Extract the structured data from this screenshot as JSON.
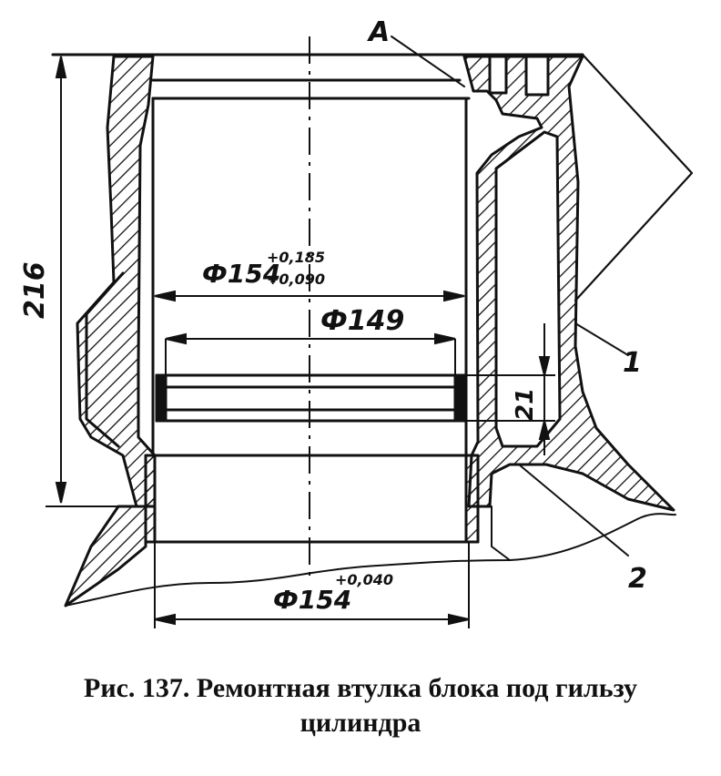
{
  "labels": {
    "a": "A",
    "height": "216",
    "d_upper": "Ф154",
    "d_upper_tol_top": "+0,185",
    "d_upper_tol_bot": "+0,090",
    "d_mid": "Ф149",
    "ring": "21",
    "d_lower": "Ф154",
    "d_lower_tol": "+0,040",
    "part1": "1",
    "part2": "2"
  },
  "caption": {
    "line1": "Рис. 137. Ремонтная втулка блока под гильзу",
    "line2": "цилиндра"
  }
}
